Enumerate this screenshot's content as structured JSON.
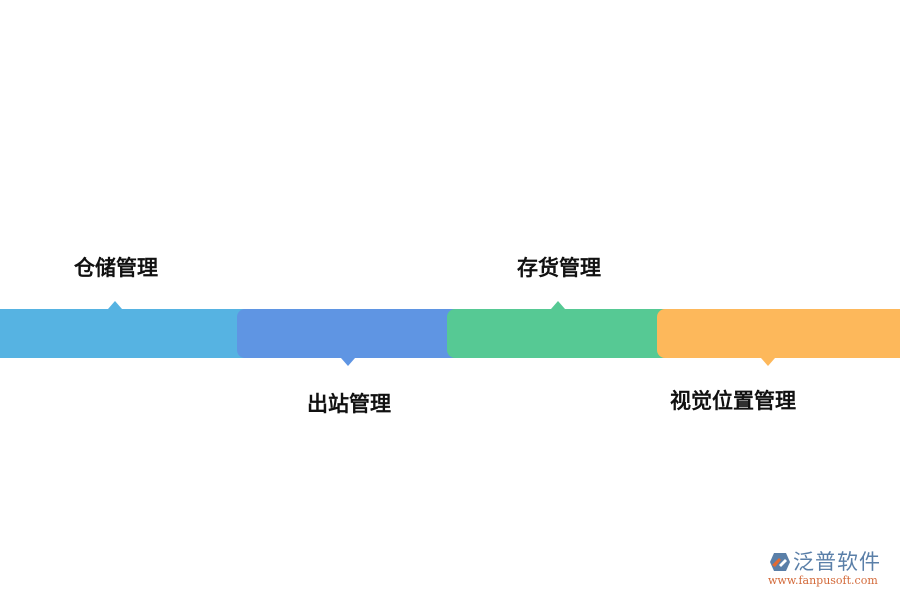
{
  "diagram": {
    "type": "timeline",
    "segments": [
      {
        "label": "仓储管理",
        "color": "#56b3e2",
        "position": "above"
      },
      {
        "label": "出站管理",
        "color": "#5f95e3",
        "position": "below"
      },
      {
        "label": "存货管理",
        "color": "#56c994",
        "position": "above"
      },
      {
        "label": "视觉位置管理",
        "color": "#fdb85b",
        "position": "below"
      }
    ]
  },
  "watermark": {
    "brand_name": "泛普软件",
    "url": "www.fanpusoft.com",
    "icon": "fanpu-logo-icon"
  }
}
